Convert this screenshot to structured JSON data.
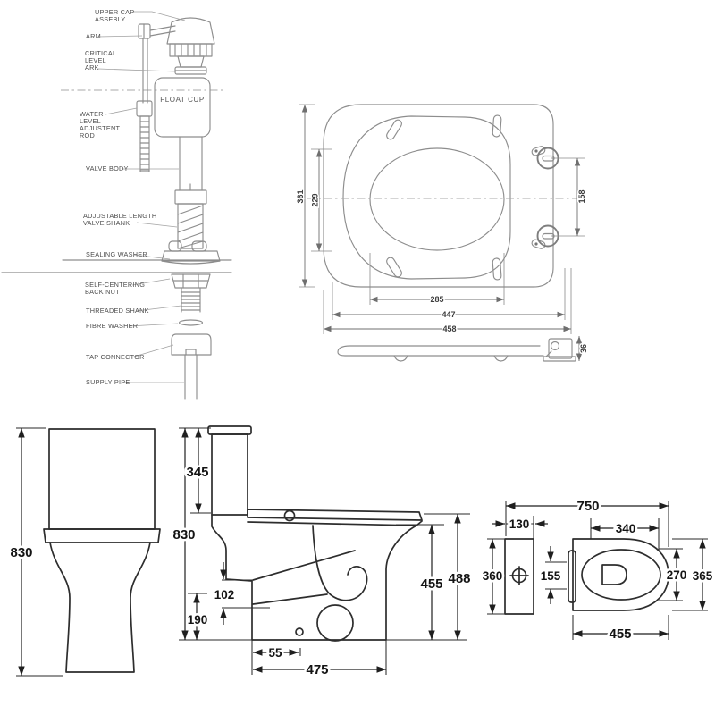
{
  "valve": {
    "labels": {
      "upper_cap_1": "UPPER CAP",
      "upper_cap_2": "ASSEBLY",
      "arm": "ARM",
      "critical_1": "CRITICAL",
      "critical_2": "LEVEL",
      "critical_3": "ARK",
      "float_cup": "FLOAT CUP",
      "water_1": "WATER",
      "water_2": "LEVEL",
      "water_3": "ADJUSTENT",
      "water_4": "ROD",
      "valve_body": "VALVE BODY",
      "adjustable_1": "ADJUSTABLE LENGTH",
      "adjustable_2": "VALVE SHANK",
      "sealing_washer": "SEALING WASHER",
      "self_centering_1": "SELF-CENTERING",
      "self_centering_2": "BACK NUT",
      "threaded_shank": "THREADED SHANK",
      "fibre_washer": "FIBRE WASHER",
      "tap_connector": "TAP CONNECTOR",
      "supply_pipe": "SUPPLY PIPE"
    }
  },
  "seat_top": {
    "overall_depth": "361",
    "ring_depth": "229",
    "hinge_centres": "158",
    "opening_width": "285",
    "ring_width": "447",
    "overall_width": "458"
  },
  "seat_side": {
    "thickness": "36"
  },
  "wc_front": {
    "overall_height": "830"
  },
  "wc_side": {
    "cistern_height": "345",
    "overall_height": "830",
    "trap_offset": "102",
    "outlet_height": "190",
    "front_setback": "55",
    "base_depth": "475",
    "rim_height": "455",
    "seat_height": "488"
  },
  "wc_plan": {
    "overall_depth": "750",
    "cistern_depth": "130",
    "opening_length": "340",
    "cistern_width": "360",
    "hinge_gap": "155",
    "bowl_width": "270",
    "pan_width": "365",
    "seat_length": "455"
  }
}
